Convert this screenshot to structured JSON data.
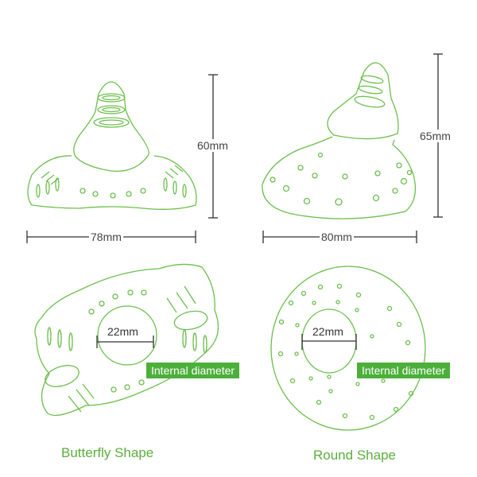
{
  "colors": {
    "outline": "#6cbf4c",
    "label_bg": "#4caf3a",
    "caption": "#5cae3c",
    "dimension": "#333333"
  },
  "top_left": {
    "name": "butterfly-side-view",
    "height_label": "60mm",
    "width_label": "78mm"
  },
  "top_right": {
    "name": "round-side-view",
    "height_label": "65mm",
    "width_label": "80mm"
  },
  "bottom_left": {
    "inner_label": "22mm",
    "tag": "Internal diameter",
    "caption": "Butterfly Shape"
  },
  "bottom_right": {
    "inner_label": "22mm",
    "tag": "Internal diameter",
    "caption": "Round Shape"
  }
}
